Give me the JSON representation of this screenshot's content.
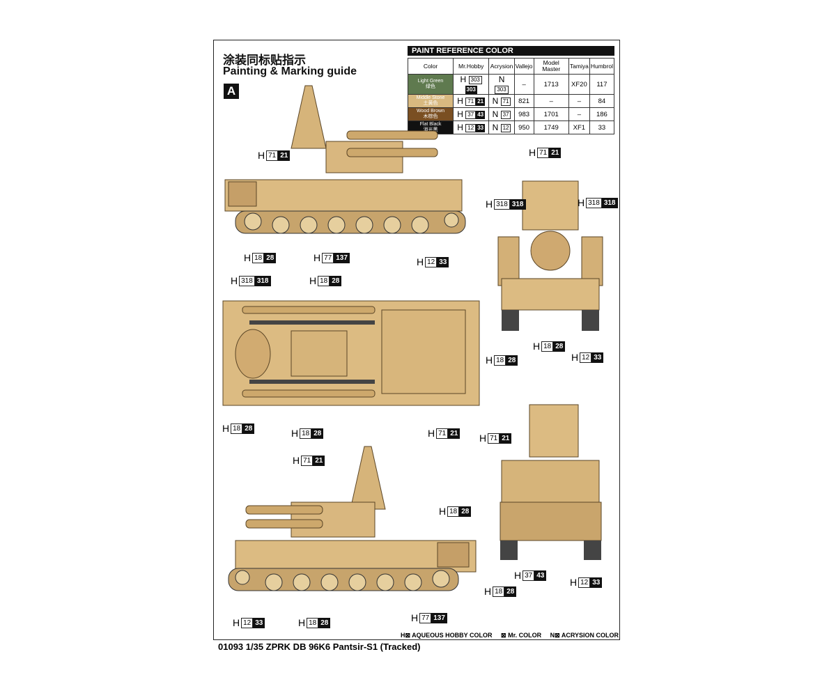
{
  "title_cn": "涂装同标贴指示",
  "title_en": "Painting & Marking guide",
  "scheme": "A",
  "paint_table": {
    "title": "PAINT  REFERENCE COLOR",
    "headers": [
      "Color",
      "Mr.Hobby",
      "Acrysion",
      "Vallejo",
      "Model Master",
      "Tamiya",
      "Humbrol"
    ],
    "rows": [
      {
        "name": "Light Green",
        "name_cn": "绿色",
        "swatch": "#5f7a4f",
        "h": "303",
        "mr": "303",
        "n": "303",
        "vallejo": "–",
        "mm": "1713",
        "tamiya": "XF20",
        "humbrol": "117"
      },
      {
        "name": "Middle Stone",
        "name_cn": "土黄色",
        "swatch": "#d8b980",
        "h": "71",
        "mr": "21",
        "n": "71",
        "vallejo": "821",
        "mm": "–",
        "tamiya": "–",
        "humbrol": "84"
      },
      {
        "name": "Wood Brown",
        "name_cn": "木棕色",
        "swatch": "#7a4f22",
        "h": "37",
        "mr": "43",
        "n": "37",
        "vallejo": "983",
        "mm": "1701",
        "tamiya": "–",
        "humbrol": "186"
      },
      {
        "name": "Flat Black",
        "name_cn": "消光黑",
        "swatch": "#111111",
        "h": "12",
        "mr": "33",
        "n": "12",
        "vallejo": "950",
        "mm": "1749",
        "tamiya": "XF1",
        "humbrol": "33"
      }
    ]
  },
  "callouts": [
    {
      "h": "71",
      "mr": "21"
    },
    {
      "h": "18",
      "mr": "28"
    },
    {
      "h": "77",
      "mr": "137"
    },
    {
      "h": "12",
      "mr": "33"
    },
    {
      "h": "71",
      "mr": "21"
    },
    {
      "h": "318",
      "mr": "318"
    },
    {
      "h": "318",
      "mr": "318"
    },
    {
      "h": "18",
      "mr": "28"
    },
    {
      "h": "18",
      "mr": "28"
    },
    {
      "h": "12",
      "mr": "33"
    },
    {
      "h": "318",
      "mr": "318"
    },
    {
      "h": "18",
      "mr": "28"
    },
    {
      "h": "18",
      "mr": "28"
    },
    {
      "h": "18",
      "mr": "28"
    },
    {
      "h": "71",
      "mr": "21"
    },
    {
      "h": "71",
      "mr": "21"
    },
    {
      "h": "71",
      "mr": "21"
    },
    {
      "h": "18",
      "mr": "28"
    },
    {
      "h": "37",
      "mr": "43"
    },
    {
      "h": "12",
      "mr": "33"
    },
    {
      "h": "18",
      "mr": "28"
    },
    {
      "h": "12",
      "mr": "33"
    },
    {
      "h": "18",
      "mr": "28"
    },
    {
      "h": "77",
      "mr": "137"
    }
  ],
  "h_prefix": "H",
  "n_prefix": "N",
  "legend": [
    "H⊠ AQUEOUS HOBBY COLOR",
    "⊠ Mr. COLOR",
    "N⊠ ACRYSION COLOR"
  ],
  "footer": "01093 1/35  ZPRK DB 96K6 Pantsir-S1 (Tracked)"
}
